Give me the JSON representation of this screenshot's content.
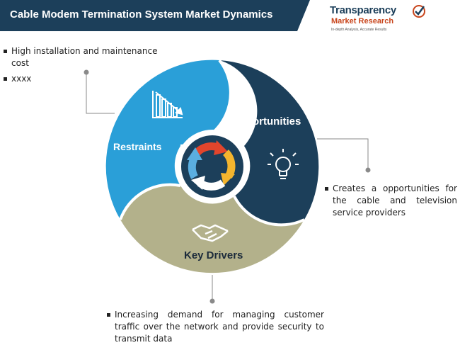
{
  "title": "Cable Modem Termination System Market Dynamics",
  "logo": {
    "name_line1": "Transparency",
    "name_line2": "Market Research",
    "tagline": "In-depth Analysis, Accurate Results"
  },
  "segments": {
    "restraints": {
      "label": "Restraints",
      "icon": "declining-chart-icon",
      "color": "#2a9fd8",
      "bullets": [
        "High installation and maintenance cost",
        "xxxx"
      ]
    },
    "opportunities": {
      "label": "Opportunities",
      "icon": "lightbulb-icon",
      "color": "#1c3f5a",
      "bullets": [
        "Creates a opportunities for the cable and television service providers"
      ]
    },
    "drivers": {
      "label": "Key Drivers",
      "icon": "handshake-icon",
      "color": "#b3b18b",
      "bullets": [
        "Increasing demand for managing customer traffic over the network and provide security to transmit data"
      ]
    }
  },
  "center_icon": "cycle-arrows-icon",
  "colors": {
    "title_bar": "#1c3f5a",
    "connector": "#8a8a8a",
    "arrow_red": "#e2452c",
    "arrow_yellow": "#f4b52e",
    "arrow_blue": "#5aaee0"
  }
}
